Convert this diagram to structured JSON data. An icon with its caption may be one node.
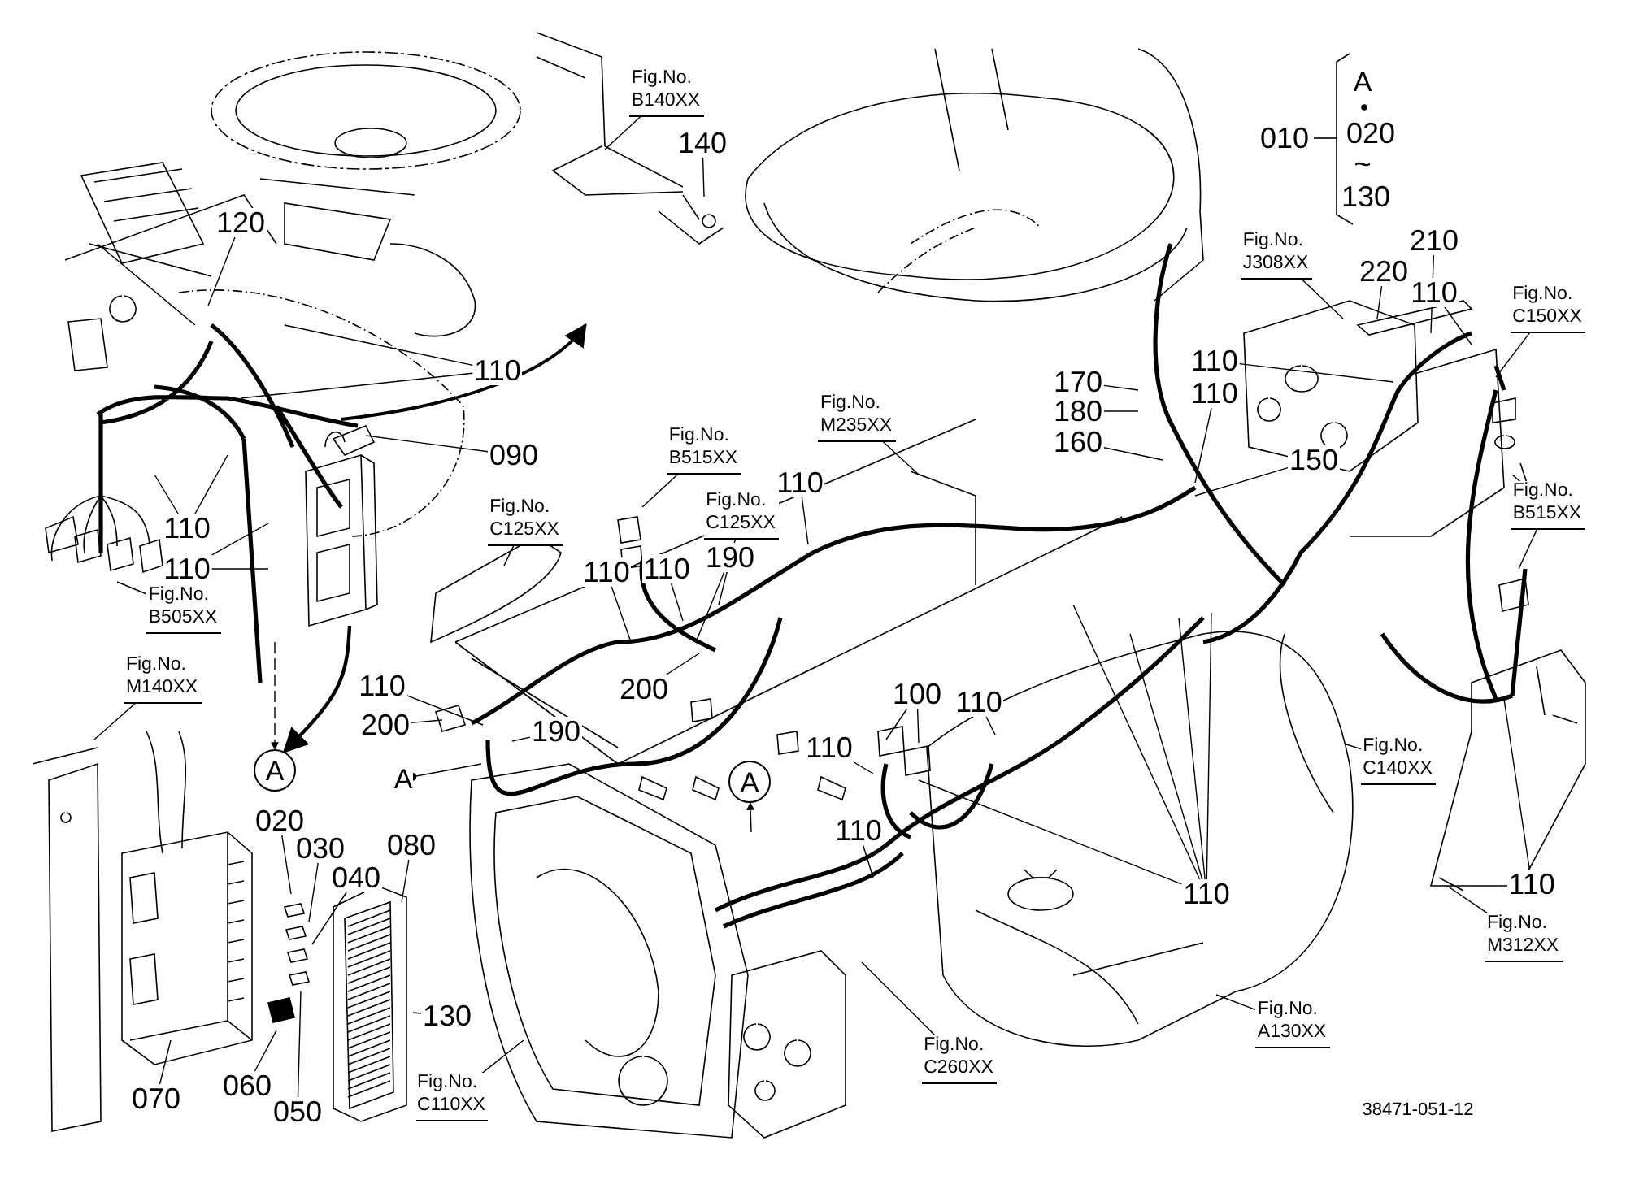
{
  "diagram": {
    "nodes": [
      {
        "text": [
          "Fig.No. B140XX"
        ]
      },
      {
        "text": [
          "140"
        ]
      },
      {
        "text": [
          "120"
        ]
      },
      {
        "text": [
          "110"
        ]
      },
      {
        "text": [
          "090"
        ]
      },
      {
        "text": [
          "110"
        ]
      },
      {
        "text": [
          "110"
        ]
      },
      {
        "text": [
          "Fig.No. B505XX"
        ]
      },
      {
        "text": [
          "Fig.No. M140XX"
        ]
      },
      {
        "text": [
          "A"
        ]
      },
      {
        "text": [
          "Fig.No. C125XX"
        ]
      },
      {
        "text": [
          "Fig.No. B515XX"
        ]
      },
      {
        "text": [
          "110"
        ]
      },
      {
        "text": [
          "110"
        ]
      },
      {
        "text": [
          "190"
        ]
      },
      {
        "text": [
          "Fig.No. C125XX"
        ]
      },
      {
        "text": [
          "110"
        ]
      },
      {
        "text": [
          "Fig.No. M235XX"
        ]
      },
      {
        "text": [
          "110"
        ]
      },
      {
        "text": [
          "200"
        ]
      },
      {
        "text": [
          "190"
        ]
      },
      {
        "text": [
          "200"
        ]
      },
      {
        "text": [
          "A"
        ]
      },
      {
        "text": [
          "A"
        ]
      },
      {
        "text": [
          "100"
        ]
      },
      {
        "text": [
          "110"
        ]
      },
      {
        "text": [
          "110"
        ]
      },
      {
        "text": [
          "110"
        ]
      },
      {
        "text": [
          "110"
        ]
      },
      {
        "text": [
          "Fig.No. C260XX"
        ]
      },
      {
        "text": [
          "Fig.No. A130XX"
        ]
      },
      {
        "text": [
          "Fig.No. C140XX"
        ]
      },
      {
        "text": [
          "110"
        ]
      },
      {
        "text": [
          "Fig.No. M312XX"
        ]
      },
      {
        "text": [
          "Fig.No. B515XX"
        ]
      },
      {
        "text": [
          "Fig.No. C150XX"
        ]
      },
      {
        "text": [
          "110"
        ]
      },
      {
        "text": [
          "210"
        ]
      },
      {
        "text": [
          "220"
        ]
      },
      {
        "text": [
          "Fig.No. J308XX"
        ]
      },
      {
        "text": [
          "110"
        ]
      },
      {
        "text": [
          "110"
        ]
      },
      {
        "text": [
          "170"
        ]
      },
      {
        "text": [
          "180"
        ]
      },
      {
        "text": [
          "160"
        ]
      },
      {
        "text": [
          "150"
        ]
      },
      {
        "text": [
          "020"
        ]
      },
      {
        "text": [
          "030"
        ]
      },
      {
        "text": [
          "040"
        ]
      },
      {
        "text": [
          "080"
        ]
      },
      {
        "text": [
          "130"
        ]
      },
      {
        "text": [
          "060"
        ]
      },
      {
        "text": [
          "050"
        ]
      },
      {
        "text": [
          "070"
        ]
      },
      {
        "text": [
          "Fig.No. C110XX"
        ]
      }
    ],
    "edges": [
      {
        "from": 0,
        "to": null,
        "arrow": "none"
      },
      {
        "from": 1,
        "to": null,
        "arrow": "none"
      },
      {
        "from": 2,
        "to": null,
        "arrow": "none"
      },
      {
        "from": 3,
        "to": null,
        "arrow": "none"
      },
      {
        "from": 3,
        "to": null,
        "arrow": "none"
      },
      {
        "from": 4,
        "to": null,
        "arrow": "none"
      },
      {
        "from": 5,
        "to": null,
        "arrow": "none"
      },
      {
        "from": 5,
        "to": null,
        "arrow": "none"
      },
      {
        "from": 6,
        "to": null,
        "arrow": "none"
      },
      {
        "from": 6,
        "to": null,
        "arrow": "none"
      },
      {
        "from": 7,
        "to": null,
        "arrow": "none"
      },
      {
        "from": 8,
        "to": null,
        "arrow": "none"
      },
      {
        "from": null,
        "to": 9,
        "arrow": "to",
        "style": "dashed"
      },
      {
        "from": null,
        "to": 9,
        "arrow": "to",
        "style": "thick"
      },
      {
        "from": 10,
        "to": null,
        "arrow": "none"
      },
      {
        "from": 11,
        "to": null,
        "arrow": "none"
      },
      {
        "from": 12,
        "to": null,
        "arrow": "none"
      },
      {
        "from": 13,
        "to": null,
        "arrow": "none"
      },
      {
        "from": 14,
        "to": null,
        "arrow": "none"
      },
      {
        "from": 15,
        "to": null,
        "arrow": "none"
      },
      {
        "from": 16,
        "to": null,
        "arrow": "none"
      },
      {
        "from": 17,
        "to": null,
        "arrow": "none"
      },
      {
        "from": 18,
        "to": null,
        "arrow": "none"
      },
      {
        "from": 19,
        "to": null,
        "arrow": "none"
      },
      {
        "from": 20,
        "to": null,
        "arrow": "none"
      },
      {
        "from": 21,
        "to": null,
        "arrow": "none"
      },
      {
        "from": 22,
        "to": null,
        "arrow": "other"
      },
      {
        "from": null,
        "to": 23,
        "arrow": "to"
      },
      {
        "from": 24,
        "to": null,
        "arrow": "none"
      },
      {
        "from": 24,
        "to": null,
        "arrow": "none"
      },
      {
        "from": 25,
        "to": null,
        "arrow": "none"
      },
      {
        "from": 26,
        "to": null,
        "arrow": "none"
      },
      {
        "from": 27,
        "to": null,
        "arrow": "none"
      },
      {
        "from": 28,
        "to": null,
        "arrow": "none"
      },
      {
        "from": 28,
        "to": null,
        "arrow": "none"
      },
      {
        "from": 28,
        "to": null,
        "arrow": "none"
      },
      {
        "from": 28,
        "to": null,
        "arrow": "none"
      },
      {
        "from": 28,
        "to": null,
        "arrow": "none"
      },
      {
        "from": 29,
        "to": null,
        "arrow": "none"
      },
      {
        "from": 30,
        "to": null,
        "arrow": "none"
      },
      {
        "from": 31,
        "to": null,
        "arrow": "none"
      },
      {
        "from": 32,
        "to": null,
        "arrow": "none"
      },
      {
        "from": 33,
        "to": null,
        "arrow": "none"
      },
      {
        "from": 34,
        "to": null,
        "arrow": "none"
      },
      {
        "from": 34,
        "to": null,
        "arrow": "none"
      },
      {
        "from": 35,
        "to": null,
        "arrow": "none"
      },
      {
        "from": 36,
        "to": null,
        "arrow": "none"
      },
      {
        "from": 37,
        "to": null,
        "arrow": "none"
      },
      {
        "from": 38,
        "to": null,
        "arrow": "none"
      },
      {
        "from": 39,
        "to": null,
        "arrow": "none"
      },
      {
        "from": 40,
        "to": null,
        "arrow": "none"
      },
      {
        "from": 41,
        "to": null,
        "arrow": "none"
      },
      {
        "from": 42,
        "to": null,
        "arrow": "none"
      },
      {
        "from": 43,
        "to": null,
        "arrow": "none"
      },
      {
        "from": 44,
        "to": null,
        "arrow": "none"
      },
      {
        "from": 45,
        "to": null,
        "arrow": "none"
      },
      {
        "from": 46,
        "to": null,
        "arrow": "none"
      },
      {
        "from": 47,
        "to": null,
        "arrow": "none"
      },
      {
        "from": 48,
        "to": null,
        "arrow": "none"
      },
      {
        "from": 49,
        "to": null,
        "arrow": "none"
      },
      {
        "from": 50,
        "to": null,
        "arrow": "none"
      },
      {
        "from": 51,
        "to": null,
        "arrow": "none"
      },
      {
        "from": 52,
        "to": null,
        "arrow": "none"
      },
      {
        "from": 53,
        "to": null,
        "arrow": "none"
      },
      {
        "from": 54,
        "to": null,
        "arrow": "none"
      }
    ],
    "labels": [
      "A",
      "010",
      "020",
      "~",
      "130",
      "38471-051-12"
    ]
  }
}
